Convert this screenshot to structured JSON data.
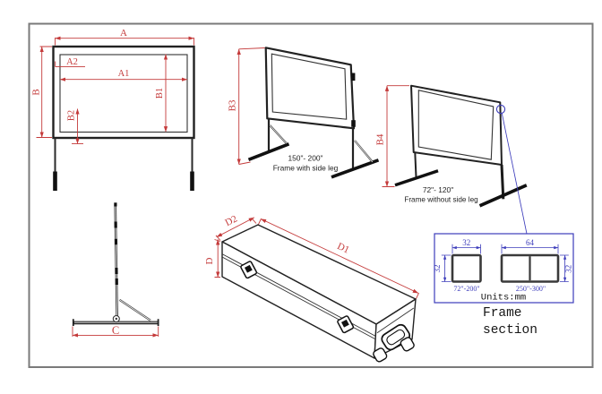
{
  "colors": {
    "dimension_red": "#c43a3a",
    "section_blue": "#3d3dbb",
    "line_dark": "#222222",
    "border_gray": "#7a7a7a"
  },
  "front_view": {
    "dim_a": "A",
    "dim_a1": "A1",
    "dim_a2": "A2",
    "dim_b": "B",
    "dim_b1": "B1",
    "dim_b2": "B2"
  },
  "side_leg_view": {
    "dim_b3": "B3",
    "size_range": "150\"- 200\"",
    "caption": "Frame with side leg"
  },
  "no_side_leg_view": {
    "dim_b4": "B4",
    "size_range": "72\"- 120\"",
    "caption": "Frame without side leg"
  },
  "folded_view": {
    "dim_c": "C"
  },
  "case_view": {
    "dim_d": "D",
    "dim_d1": "D1",
    "dim_d2": "D2"
  },
  "frame_section": {
    "dim_width_small": "32",
    "dim_width_large": "64",
    "dim_height_left": "32",
    "dim_height_right": "32",
    "range_small": "72\"-200\"",
    "range_large": "250\"-300\"",
    "units_label": "Units:mm",
    "title_line1": "Frame",
    "title_line2": "section"
  }
}
